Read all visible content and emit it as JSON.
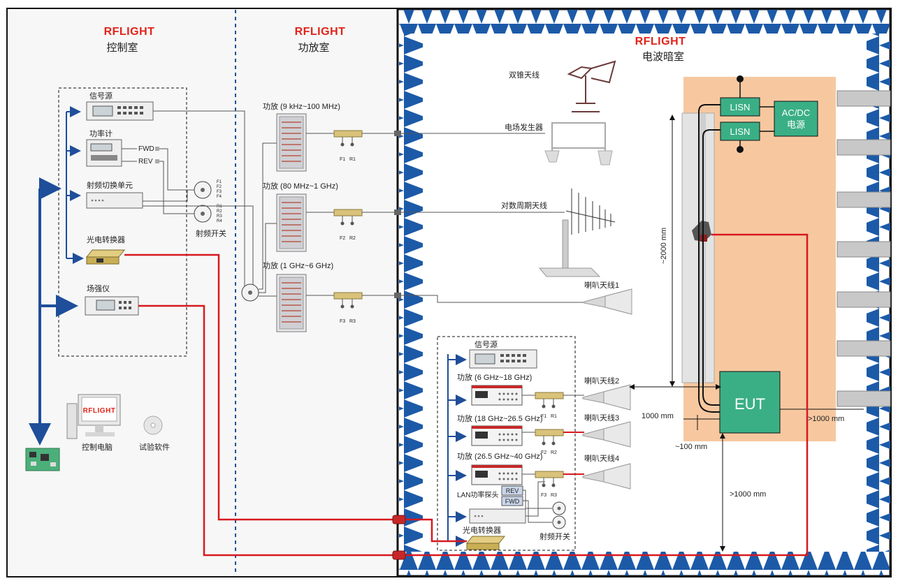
{
  "brand": "RFLIGHT",
  "rooms": {
    "control": "控制室",
    "amp": "功放室",
    "chamber": "电波暗室"
  },
  "control_room": {
    "signal_source": "信号源",
    "power_meter": "功率计",
    "fwd": "FWD",
    "rev": "REV",
    "rf_switch_unit": "射频切换单元",
    "optical_converter": "光电转换器",
    "field_meter": "场强仪",
    "rf_switch": "射频开关",
    "switch_ports_f": [
      "F1",
      "F2",
      "F3",
      "F4"
    ],
    "switch_ports_r": [
      "R1",
      "R2",
      "R3",
      "R4"
    ],
    "control_pc": "控制电脑",
    "pc_brand": "RFLIGHT",
    "software": "试验软件"
  },
  "amp_room": {
    "amps": [
      "功放 (9 kHz~100 MHz)",
      "功放 (80 MHz~1 GHz)",
      "功放 (1 GHz~6 GHz)"
    ],
    "couplers": [
      [
        "F1",
        "R1"
      ],
      [
        "F2",
        "R2"
      ],
      [
        "F3",
        "R3"
      ]
    ]
  },
  "chamber": {
    "antennas": [
      "双锥天线",
      "电场发生器",
      "对数周期天线",
      "喇叭天线1"
    ],
    "inner_signal_source": "信号源",
    "inner_amps": [
      "功放 (6 GHz~18 GHz)",
      "功放 (18 GHz~26.5 GHz)",
      "功放 (26.5 GHz~40 GHz)"
    ],
    "horns": [
      "喇叭天线2",
      "喇叭天线3",
      "喇叭天线4"
    ],
    "inner_couplers": [
      [
        "F1",
        "R1"
      ],
      [
        "F2",
        "R2"
      ],
      [
        "F3",
        "R3"
      ]
    ],
    "lan_probe": "LAN功率探头",
    "rev": "REV",
    "fwd": "FWD",
    "optical_converter": "光电转换器",
    "rf_switch": "射频开关",
    "lisn1": "LISN",
    "lisn2": "LISN",
    "acdc_line1": "AC/DC",
    "acdc_line2": "电源",
    "eut": "EUT",
    "dim_height": "~2000 mm",
    "dim_1000_left": "1000 mm",
    "dim_1000_right": ">1000 mm",
    "dim_100": "~100 mm",
    "dim_1000_bottom": ">1000 mm"
  },
  "colors": {
    "blue_arrow": "#1f4e9a",
    "red_fiber": "#d71920",
    "green_box": "#3aaf86",
    "peach": "#f7c8a0",
    "absorber": "#1c5aa8"
  }
}
